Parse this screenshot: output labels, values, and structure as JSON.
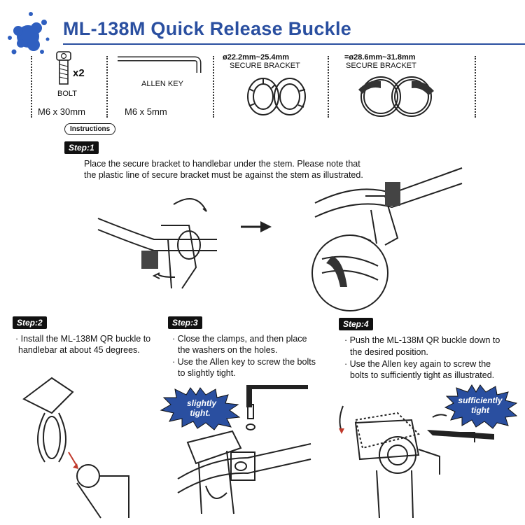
{
  "header": {
    "title": "ML-138M  Quick Release Buckle"
  },
  "parts": {
    "bolt": {
      "qty": "x2",
      "label": "BOLT",
      "size": "M6 x 30mm"
    },
    "allen_key": {
      "label": "ALLEN KEY",
      "size": "M6 x 5mm"
    },
    "bracket_small": {
      "range": "ø22.2mm~25.4mm",
      "label": "SECURE BRACKET"
    },
    "bracket_large": {
      "range": "=ø28.6mm~31.8mm",
      "label": "SECURE BRACKET"
    }
  },
  "instructions_label": "Instructions",
  "steps": [
    {
      "label": "Step:1",
      "lines": [
        "Place the secure bracket to handlebar under the stem. Please note that",
        "the plastic line of secure bracket must be against the stem as illustrated."
      ]
    },
    {
      "label": "Step:2",
      "lines": [
        "· Install the ML-138M QR buckle to",
        "handlebar at about 45 degrees."
      ]
    },
    {
      "label": "Step:3",
      "lines": [
        "· Close the clamps, and then place",
        "the washers on the holes.",
        "· Use the Allen key to screw the bolts",
        "to slightly tight."
      ]
    },
    {
      "label": "Step:4",
      "lines": [
        "· Push the ML-138M QR buckle down to",
        "the desired position.",
        "· Use the Allen key again to screw the",
        "bolts to sufficiently tight as illustrated."
      ]
    }
  ],
  "callouts": {
    "slightly": [
      "slightly",
      "tight."
    ],
    "sufficiently": [
      "sufficiently",
      "tight"
    ]
  },
  "colors": {
    "brand": "#2a4fa0",
    "splash": "#2f5fc0",
    "burst": "#2a4fa0"
  }
}
